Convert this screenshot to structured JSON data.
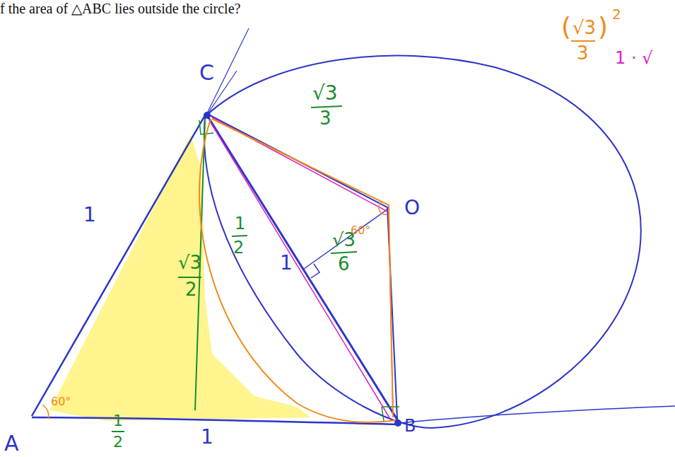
{
  "diagram": {
    "labels": [
      "f the area of △ABC lies outside the circle?",
      "C",
      "A",
      "B",
      "O",
      "1",
      "1",
      "1",
      "1",
      "2",
      "√3",
      "3",
      "√3",
      "6",
      "√3",
      "2",
      "1",
      "2",
      "60°",
      "60°",
      "(",
      "√3",
      "3",
      ")",
      "2",
      "1 · √"
    ]
  }
}
